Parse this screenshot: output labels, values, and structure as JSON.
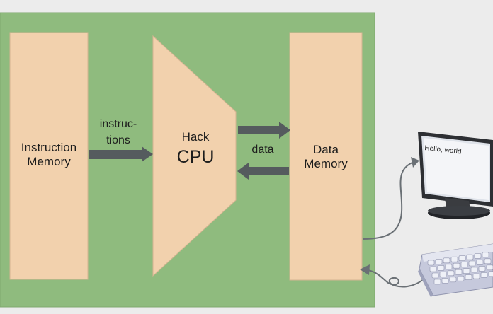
{
  "diagram": {
    "instruction_memory": {
      "line1": "Instruction",
      "line2": "Memory"
    },
    "instructions_label": {
      "line1": "instruc-",
      "line2": "tions"
    },
    "cpu": {
      "line1": "Hack",
      "line2": "CPU"
    },
    "data_label": "data",
    "data_memory": {
      "line1": "Data",
      "line2": "Memory"
    },
    "screen_text": "Hello, world"
  },
  "colors": {
    "board": "#8fbb7e",
    "component": "#f2d1ad",
    "arrow": "#555b5e",
    "background": "#ececec"
  }
}
